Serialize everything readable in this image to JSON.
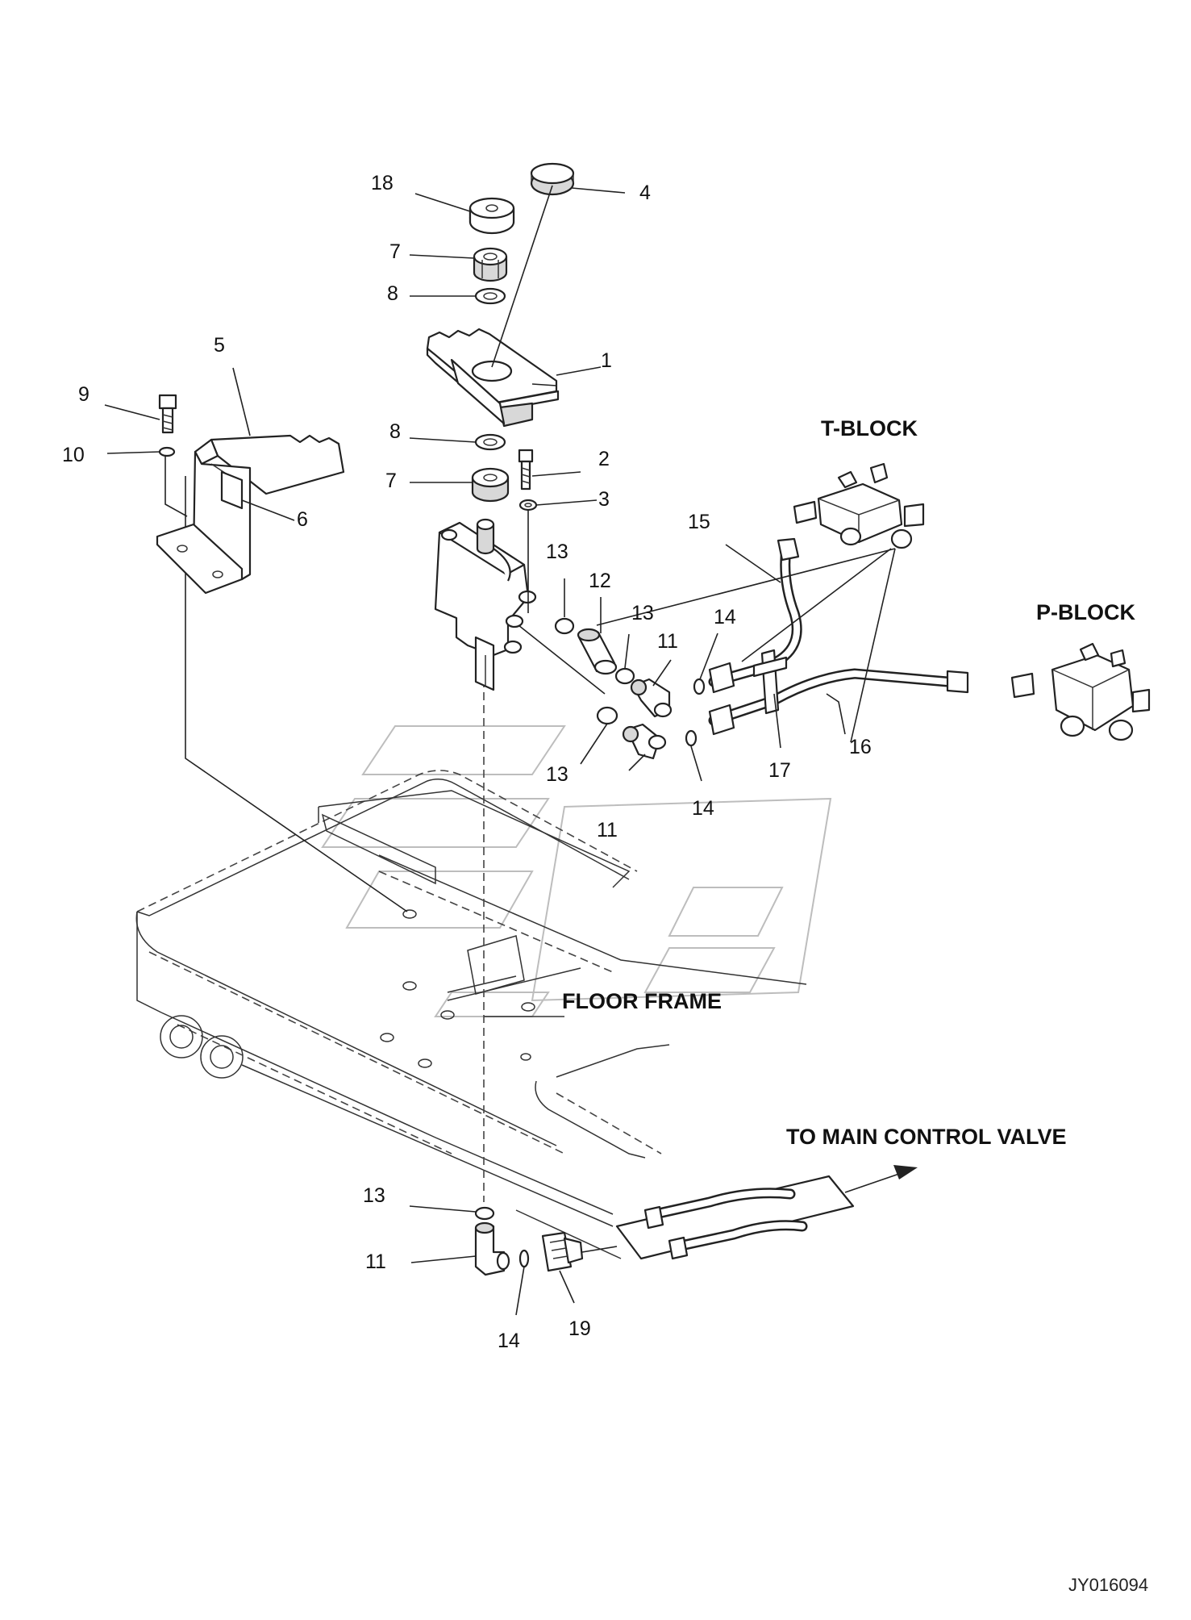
{
  "drawing_id": "JY016094",
  "assembly_captions": {
    "t_block": "T-BLOCK",
    "p_block": "P-BLOCK",
    "floor_frame": "FLOOR FRAME",
    "to_main_control_valve": "TO MAIN CONTROL VALVE"
  },
  "callouts": [
    {
      "id": "c18",
      "label": "18"
    },
    {
      "id": "c4",
      "label": "4"
    },
    {
      "id": "c7a",
      "label": "7"
    },
    {
      "id": "c8a",
      "label": "8"
    },
    {
      "id": "c5",
      "label": "5"
    },
    {
      "id": "c1",
      "label": "1"
    },
    {
      "id": "c9",
      "label": "9"
    },
    {
      "id": "c10",
      "label": "10"
    },
    {
      "id": "c8b",
      "label": "8"
    },
    {
      "id": "c2",
      "label": "2"
    },
    {
      "id": "c7b",
      "label": "7"
    },
    {
      "id": "c6",
      "label": "6"
    },
    {
      "id": "c3",
      "label": "3"
    },
    {
      "id": "c15",
      "label": "15"
    },
    {
      "id": "c13a",
      "label": "13"
    },
    {
      "id": "c12",
      "label": "12"
    },
    {
      "id": "c13b",
      "label": "13"
    },
    {
      "id": "c14a",
      "label": "14"
    },
    {
      "id": "c11a",
      "label": "11"
    },
    {
      "id": "c13c",
      "label": "13"
    },
    {
      "id": "c17",
      "label": "17"
    },
    {
      "id": "c16",
      "label": "16"
    },
    {
      "id": "c11b",
      "label": "11"
    },
    {
      "id": "c14b",
      "label": "14"
    },
    {
      "id": "c13d",
      "label": "13"
    },
    {
      "id": "c11c",
      "label": "11"
    },
    {
      "id": "c14c",
      "label": "14"
    },
    {
      "id": "c19",
      "label": "19"
    }
  ]
}
